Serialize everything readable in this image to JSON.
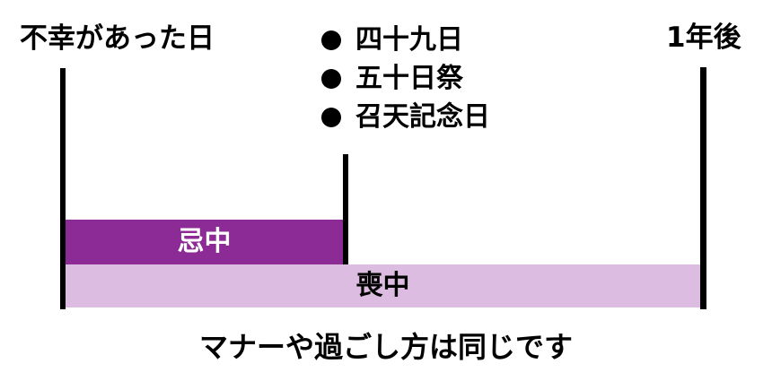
{
  "diagram": {
    "type": "timeline",
    "background_color": "#ffffff",
    "start_label": "不幸があった日",
    "end_label": "1年後",
    "milestones": [
      "四十九日",
      "五十日祭",
      "召天記念日"
    ],
    "bars": {
      "kichu": {
        "label": "忌中",
        "color": "#8C2B96",
        "text_color": "#ffffff"
      },
      "mochu": {
        "label": "喪中",
        "color": "#DCBCE0",
        "text_color": "#000000"
      }
    },
    "line_color": "#000000",
    "caption": "マナーや過ごし方は同じです"
  }
}
